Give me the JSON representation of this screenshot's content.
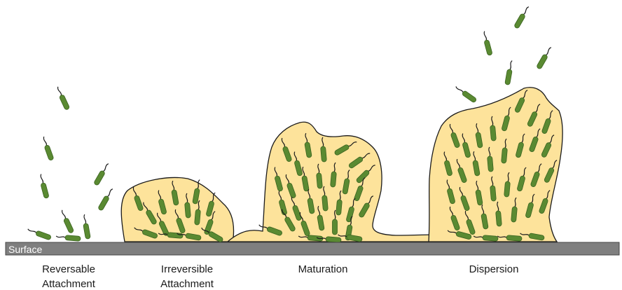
{
  "surface": {
    "label": "Surface",
    "color": "#7f7f7f"
  },
  "colors": {
    "biofilm_fill": "#fde39b",
    "biofilm_outline": "#1a1a1a",
    "bacterium_fill": "#5a8a32",
    "bacterium_outline": "#3b6420",
    "flagellum": "#1a1a1a"
  },
  "stages": [
    {
      "id": "reversible",
      "line1": "Reversable",
      "line2": "Attachment"
    },
    {
      "id": "irreversible",
      "line1": "Irreversible",
      "line2": "Attachment"
    },
    {
      "id": "maturation",
      "line1": "Maturation",
      "line2": ""
    },
    {
      "id": "dispersion",
      "line1": "Dispersion",
      "line2": ""
    }
  ]
}
